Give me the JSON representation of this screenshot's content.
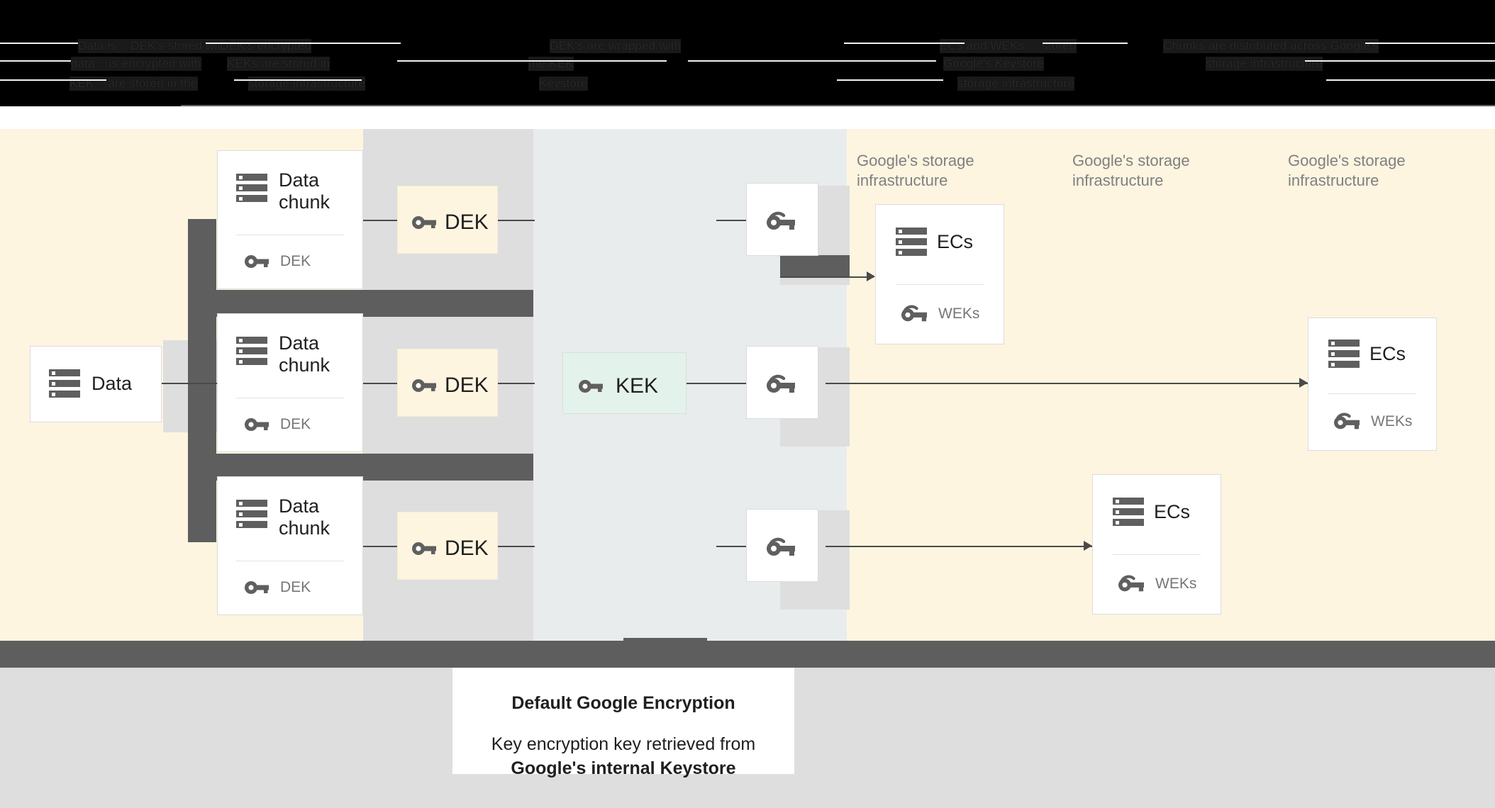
{
  "top_band": {
    "note": "obscured dark text band",
    "lines": [
      "Data is    DEK's stored with",
      "data    is encrypted with",
      "KEK    are stored in the",
      "Keystore",
      "DEK's encrypted",
      "DEK's are wrapped with",
      "the KEK",
      "ECs and WEKs     stored",
      "KEKs are stored in",
      "Google's Keystore",
      "storage infrastructure",
      "Chunks are distributed across Google's",
      "storage infrastructure"
    ]
  },
  "flow": {
    "source": {
      "label": "Data",
      "icon": "storage-icon"
    },
    "chunks": [
      {
        "title": "Data chunk",
        "key_label": "DEK",
        "dek_box": "DEK",
        "wek_box": "wrapped-key-icon"
      },
      {
        "title": "Data chunk",
        "key_label": "DEK",
        "dek_box": "DEK",
        "wek_box": "wrapped-key-icon"
      },
      {
        "title": "Data chunk",
        "key_label": "DEK",
        "dek_box": "DEK",
        "wek_box": "wrapped-key-icon"
      }
    ],
    "kek": {
      "label": "KEK",
      "icon": "key-icon"
    },
    "storage_labels": [
      "Google's storage\ninfrastructure",
      "Google's storage\ninfrastructure",
      "Google's storage\ninfrastructure"
    ],
    "ec_cards": [
      {
        "title": "ECs",
        "key_label": "WEKs"
      },
      {
        "title": "ECs",
        "key_label": "WEKs"
      },
      {
        "title": "ECs",
        "key_label": "WEKs"
      }
    ]
  },
  "caption": {
    "title": "Default Google Encryption",
    "body_line1": "Key encryption key retrieved from",
    "body_line2": "Google's internal Keystore"
  },
  "colors": {
    "cream": "#fdf5e0",
    "grey_panel": "#dedede",
    "bluegrey_panel": "#e8ecec",
    "mint": "#e4f2ec",
    "dark_bar": "#5e5e5e",
    "icon_grey": "#5f5f5f",
    "sub_text": "#767676",
    "storage_label": "#808080"
  }
}
